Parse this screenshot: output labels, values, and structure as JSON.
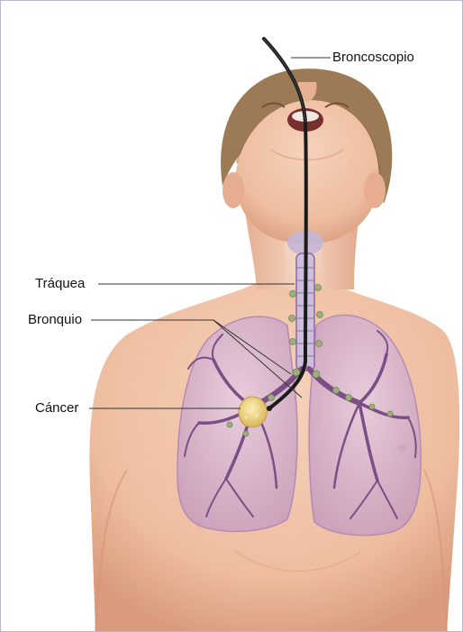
{
  "labels": {
    "bronchoscope": "Broncoscopio",
    "trachea": "Tráquea",
    "bronchus": "Bronquio",
    "cancer": "Cáncer"
  },
  "colors": {
    "skin": "#f1c4a8",
    "skin_shadow": "#dca083",
    "hair": "#9c7a55",
    "lung": "#c9a5c9",
    "airway": "#7b4f86",
    "tumor": "#e9d08a",
    "scope": "#1a1a1a",
    "lymph_node": "#9bb07a",
    "leader_line": "#333333",
    "border": "#b9b6d8"
  }
}
